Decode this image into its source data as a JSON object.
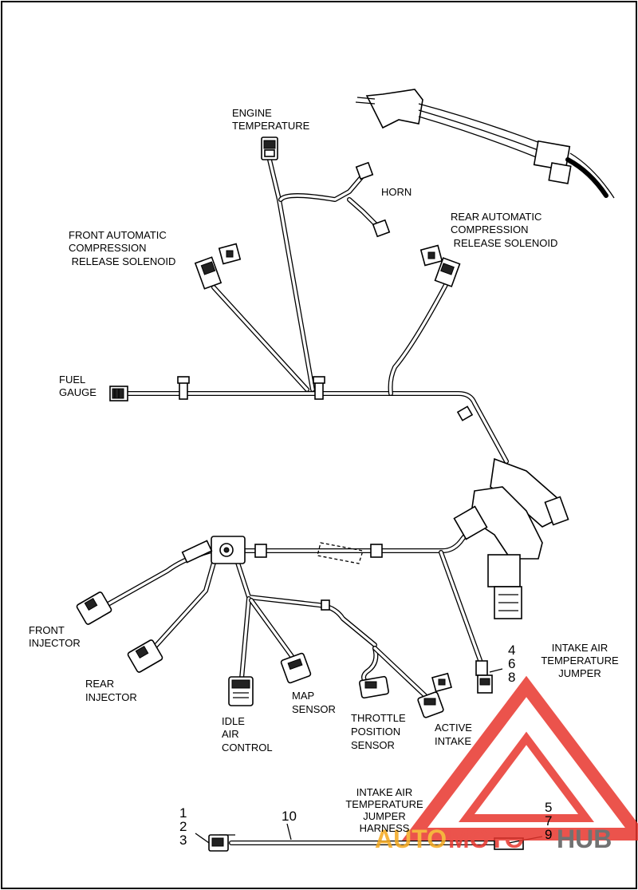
{
  "labels": {
    "engine_temperature": [
      "ENGINE",
      "TEMPERATURE"
    ],
    "horn": [
      "HORN"
    ],
    "front_acr": [
      "FRONT AUTOMATIC",
      "COMPRESSION",
      " RELEASE SOLENOID"
    ],
    "rear_acr": [
      "REAR AUTOMATIC",
      "COMPRESSION",
      " RELEASE SOLENOID"
    ],
    "fuel_gauge": [
      "FUEL",
      "GAUGE"
    ],
    "front_injector": [
      "FRONT",
      "INJECTOR"
    ],
    "rear_injector": [
      "REAR",
      "INJECTOR"
    ],
    "idle_air_control": [
      "IDLE",
      "AIR",
      "CONTROL"
    ],
    "map_sensor": [
      "MAP",
      "SENSOR"
    ],
    "throttle_position_sensor": [
      "THROTTLE",
      "POSITION",
      "SENSOR"
    ],
    "active_intake": [
      "ACTIVE",
      "INTAKE"
    ],
    "intake_air_temp_jumper": [
      "INTAKE AIR",
      "TEMPERATURE",
      "JUMPER"
    ],
    "intake_air_temp_jumper_harness": [
      "INTAKE AIR",
      "TEMPERATURE",
      "JUMPER",
      "HARNESS"
    ]
  },
  "callouts": {
    "upper_jumper": [
      "4",
      "6",
      "8"
    ],
    "lower_left": [
      "1",
      "2",
      "3"
    ],
    "lower_middle": [
      "10"
    ],
    "lower_right": [
      "5",
      "7",
      "9"
    ]
  },
  "watermark": {
    "text_auto": "AUTO",
    "text_moto": "MOTO",
    "text_hub": "HUB",
    "color_red": "#e8362d",
    "color_orange": "#f4a81d",
    "color_dark": "#5a5a5a"
  },
  "colors": {
    "line": "#000000",
    "background": "#ffffff"
  }
}
